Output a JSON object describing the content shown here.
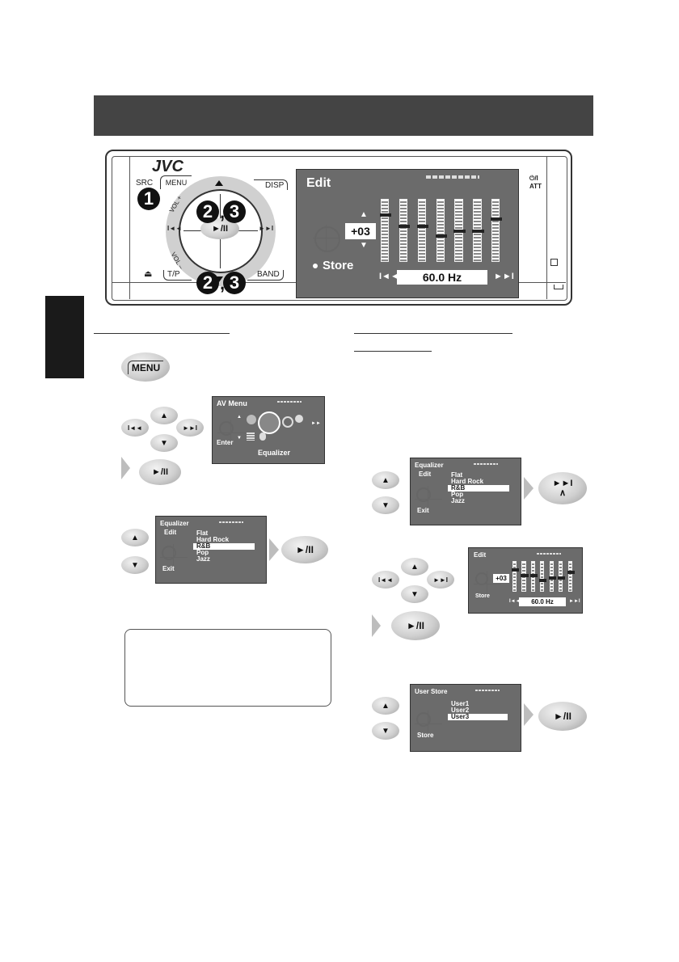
{
  "device": {
    "brand": "JVC",
    "src_label": "SRC",
    "menu_label": "MENU",
    "disp_label": "DISP",
    "vol_plus": "VOL +",
    "vol_minus": "VOL –",
    "tp_label": "T/P",
    "band_label": "BAND",
    "att_label": "ATT",
    "att_symbol": "⏻/I",
    "eject_symbol": "⏏",
    "play_pause": "►/II",
    "callouts": [
      "1",
      "2",
      "3",
      "2",
      "3"
    ],
    "callout_sep": ","
  },
  "main_screen": {
    "title": "Edit",
    "level": "+03",
    "store_label": "Store",
    "freq": "60.0 Hz",
    "eq_levels": [
      0.78,
      0.6,
      0.6,
      0.45,
      0.52,
      0.52,
      0.72
    ]
  },
  "buttons": {
    "menu": "MENU",
    "play_pause": "►/II",
    "prev": "I◄◄",
    "next": "►►I"
  },
  "av_menu": {
    "title": "AV Menu",
    "enter_label": "Enter",
    "caption": "Equalizer"
  },
  "equalizer": {
    "title": "Equalizer",
    "edit_label": "Edit",
    "exit_label": "Exit",
    "items": [
      "Flat",
      "Hard Rock",
      "R&B",
      "Pop",
      "Jazz"
    ],
    "selected": 2
  },
  "user_store": {
    "title": "User Store",
    "store_label": "Store",
    "items": [
      "User1",
      "User2",
      "User3"
    ],
    "selected": 2
  },
  "colors": {
    "lcd": "#6b6b6b",
    "title_bar": "#444444",
    "tab": "#1a1a1a"
  }
}
